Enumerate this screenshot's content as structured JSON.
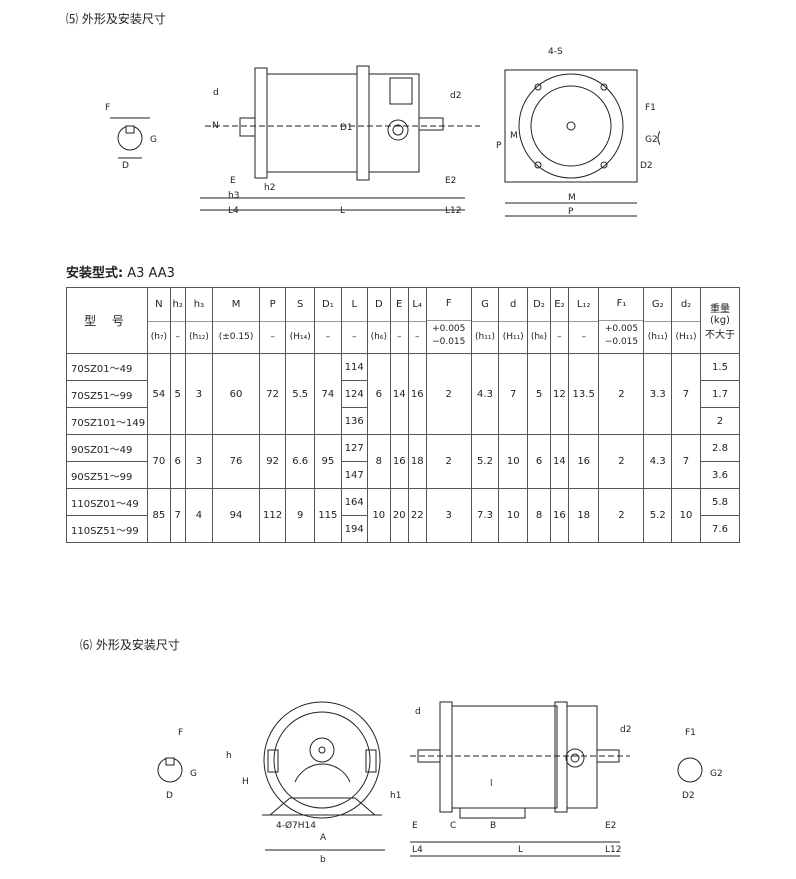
{
  "section5": {
    "title": "⑸ 外形及安装尺寸"
  },
  "drawing5": {
    "left_labels": [
      "F",
      "G",
      "D"
    ],
    "front_labels": [
      "N",
      "d",
      "D1",
      "d2",
      "E",
      "h3",
      "h2",
      "L4",
      "L",
      "E2",
      "L12"
    ],
    "end_labels": [
      "4-S",
      "M",
      "P",
      "M",
      "P"
    ],
    "right_labels": [
      "F1",
      "G2",
      "D2"
    ]
  },
  "mount": {
    "label": "安装型式:",
    "types": "A3 AA3"
  },
  "table": {
    "model_header": "型 号",
    "weight_header": [
      "重量",
      "(kg)",
      "不大于"
    ],
    "columns": [
      {
        "sym": "N",
        "tol": "(h₇)"
      },
      {
        "sym": "h₂",
        "tol": "–"
      },
      {
        "sym": "h₃",
        "tol": "(h₁₂)"
      },
      {
        "sym": "M",
        "tol": "(±0.15)"
      },
      {
        "sym": "P",
        "tol": "–"
      },
      {
        "sym": "S",
        "tol": "(H₁₄)"
      },
      {
        "sym": "D₁",
        "tol": "–"
      },
      {
        "sym": "L",
        "tol": "–"
      },
      {
        "sym": "D",
        "tol": "(h₆)"
      },
      {
        "sym": "E",
        "tol": "–"
      },
      {
        "sym": "L₄",
        "tol": "–"
      },
      {
        "sym": "F",
        "tol": "+0.005\n−0.015"
      },
      {
        "sym": "G",
        "tol": "(h₁₁)"
      },
      {
        "sym": "d",
        "tol": "(H₁₁)"
      },
      {
        "sym": "D₂",
        "tol": "(h₆)"
      },
      {
        "sym": "E₂",
        "tol": "–"
      },
      {
        "sym": "L₁₂",
        "tol": "–"
      },
      {
        "sym": "F₁",
        "tol": "+0.005\n−0.015"
      },
      {
        "sym": "G₂",
        "tol": "(h₁₁)"
      },
      {
        "sym": "d₂",
        "tol": "(H₁₁)"
      }
    ],
    "groups": [
      {
        "models": [
          "70SZ01～49",
          "70SZ51～99",
          "70SZ101～149"
        ],
        "common": [
          "54",
          "5",
          "3",
          "60",
          "72",
          "5.5",
          "74"
        ],
        "L": [
          "114",
          "124",
          "136"
        ],
        "rest": [
          "6",
          "14",
          "16",
          "2",
          "4.3",
          "7",
          "5",
          "12",
          "13.5",
          "2",
          "3.3",
          "7"
        ],
        "weight": [
          "1.5",
          "1.7",
          "2"
        ]
      },
      {
        "models": [
          "90SZ01～49",
          "90SZ51～99"
        ],
        "common": [
          "70",
          "6",
          "3",
          "76",
          "92",
          "6.6",
          "95"
        ],
        "L": [
          "127",
          "147"
        ],
        "rest": [
          "8",
          "16",
          "18",
          "2",
          "5.2",
          "10",
          "6",
          "14",
          "16",
          "2",
          "4.3",
          "7"
        ],
        "weight": [
          "2.8",
          "3.6"
        ]
      },
      {
        "models": [
          "110SZ01～49",
          "110SZ51～99"
        ],
        "common": [
          "85",
          "7",
          "4",
          "94",
          "112",
          "9",
          "115"
        ],
        "L": [
          "164",
          "194"
        ],
        "rest": [
          "10",
          "20",
          "22",
          "3",
          "7.3",
          "10",
          "8",
          "16",
          "18",
          "2",
          "5.2",
          "10"
        ],
        "weight": [
          "5.8",
          "7.6"
        ]
      }
    ]
  },
  "section6": {
    "title": "⑹ 外形及安装尺寸"
  },
  "drawing6": {
    "left_labels": [
      "F",
      "G",
      "D"
    ],
    "end_labels": [
      "h",
      "H",
      "h1",
      "A",
      "b",
      "4-Ø7H14"
    ],
    "front_labels": [
      "d",
      "l",
      "E",
      "C",
      "B",
      "L4",
      "L",
      "E2",
      "L12",
      "d2"
    ],
    "right_labels": [
      "F1",
      "G2",
      "D2"
    ]
  }
}
